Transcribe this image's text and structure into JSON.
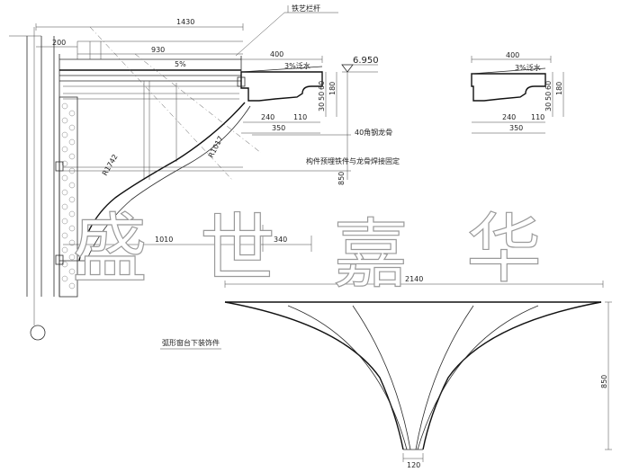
{
  "labels": {
    "iron_railing": "铁艺栏杆",
    "angle_keel": "40角钢龙骨",
    "embed_fix": "构件预埋铁件与龙骨焊接固定",
    "part_title": "弧形窗台下装饰件",
    "slope": "5%",
    "drip_1": "3%泛水",
    "drip_2": "3%泛水",
    "level": "6.950",
    "radius_1": "R1017",
    "radius_2": "R1742"
  },
  "dims": {
    "d1430": "1430",
    "d200": "200",
    "d930": "930",
    "d400a": "400",
    "d240a": "240",
    "d110a": "110",
    "d350a": "350",
    "d30a": "30",
    "d50a": "50",
    "d60a": "60",
    "d180a": "180",
    "d850a": "850",
    "d1010": "1010",
    "d340": "340",
    "d400b": "400",
    "d240b": "240",
    "d110b": "110",
    "d350b": "350",
    "d30b": "30",
    "d50b": "50",
    "d60b": "60",
    "d180b": "180",
    "d2140": "2140",
    "d850b": "850",
    "d120": "120"
  },
  "watermark": {
    "c1": "盛",
    "c2": "世",
    "c3": "嘉",
    "c4": "华"
  }
}
